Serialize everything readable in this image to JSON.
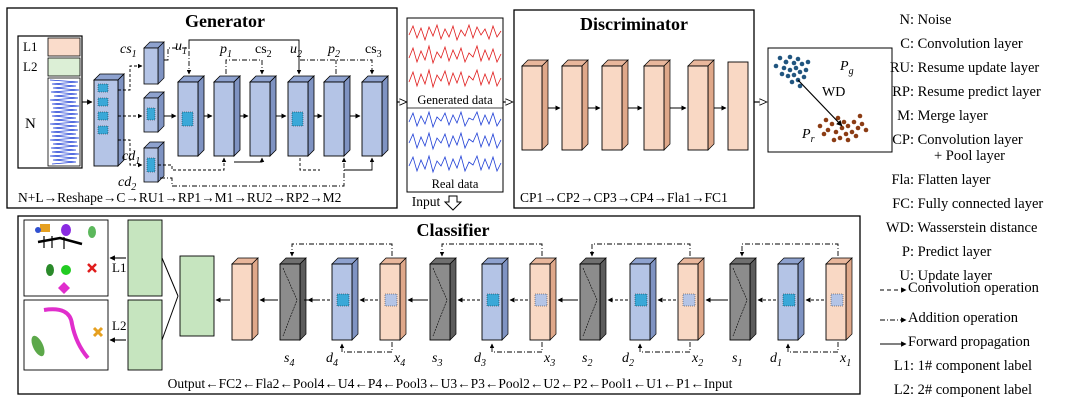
{
  "generator": {
    "title": "Generator",
    "inputs": {
      "l1": "L1",
      "l2": "L2",
      "noise": "N"
    },
    "layer_labels": {
      "cs1": "cs",
      "cs1_sub": "1",
      "u1": "u",
      "u1_sub": "1",
      "p1": "p",
      "p1_sub": "1",
      "cs2": "cs",
      "cs2_sub": "2",
      "u2": "u",
      "u2_sub": "2",
      "p2": "p",
      "p2_sub": "2",
      "cs3": "cs",
      "cs3_sub": "3",
      "cd1": "cd",
      "cd1_sub": "1",
      "cd2": "cd",
      "cd2_sub": "2"
    },
    "sequence": "N+L→Reshape→C→RU1→RP1→M1→RU2→RP2→M2"
  },
  "data_panel": {
    "generated_label": "Generated data",
    "real_label": "Real data",
    "input_label": "Input"
  },
  "discriminator": {
    "title": "Discriminator",
    "sequence": "CP1→CP2→CP3→CP4→Fla1→FC1"
  },
  "wd_panel": {
    "pg": "P",
    "pg_sub": "g",
    "wd": "WD",
    "pr": "P",
    "pr_sub": "r"
  },
  "classifier": {
    "title": "Classifier",
    "out_labels": {
      "l1": "L1",
      "l2": "L2"
    },
    "stage_labels": [
      {
        "s": "s",
        "s_sub": "4",
        "d": "d",
        "d_sub": "4",
        "x": "x",
        "x_sub": "4"
      },
      {
        "s": "s",
        "s_sub": "3",
        "d": "d",
        "d_sub": "3",
        "x": "x",
        "x_sub": "3"
      },
      {
        "s": "s",
        "s_sub": "2",
        "d": "d",
        "d_sub": "2",
        "x": "x",
        "x_sub": "2"
      },
      {
        "s": "s",
        "s_sub": "1",
        "d": "d",
        "d_sub": "1",
        "x": "x",
        "x_sub": "1"
      }
    ],
    "sequence": "Output←FC2←Fla2←Pool4←U4←P4←Pool3←U3←P3←Pool2←U2←P2←Pool1←U1←P1←Input"
  },
  "legend": [
    {
      "abbr": "N:",
      "text": "Noise"
    },
    {
      "abbr": "C:",
      "text": "Convolution layer"
    },
    {
      "abbr": "RU:",
      "text": "Resume update layer"
    },
    {
      "abbr": "RP:",
      "text": "Resume predict layer"
    },
    {
      "abbr": "M:",
      "text": "Merge layer"
    },
    {
      "abbr": "CP:",
      "text": "Convolution layer",
      "text2": "+ Pool layer"
    },
    {
      "abbr": "Fla:",
      "text": "Flatten layer"
    },
    {
      "abbr": "FC:",
      "text": "Fully connected layer"
    },
    {
      "abbr": "WD:",
      "text": "Wasserstein distance"
    },
    {
      "abbr": "P:",
      "text": "Predict layer"
    },
    {
      "abbr": "U:",
      "text": "Update layer"
    },
    {
      "abbr": "",
      "text": "Convolution operation",
      "symbol": "dashed-arrow"
    },
    {
      "abbr": "",
      "text": "Addition operation",
      "symbol": "dashdot-arrow"
    },
    {
      "abbr": "",
      "text": "Forward propagation",
      "symbol": "solid-arrow"
    },
    {
      "abbr": "L1:",
      "text": "1# component label"
    },
    {
      "abbr": "L2:",
      "text": "2# component label"
    }
  ],
  "colors": {
    "blue_layer": "#b4c4e6",
    "blue_layer_side": "#8ea2cf",
    "peach_layer": "#f9d8c4",
    "peach_layer_side": "#e9b79c",
    "green_layer": "#c6e5bf",
    "gray_layer": "#8c8c8c",
    "gray_layer_side": "#6f6f6f",
    "l1_box": "#fadccb",
    "l2_box": "#dcefd6",
    "signal_blue": "#1f3fd6",
    "signal_red": "#e01c1c",
    "cluster_pg": "#21557f",
    "cluster_pr": "#8b3c14"
  }
}
